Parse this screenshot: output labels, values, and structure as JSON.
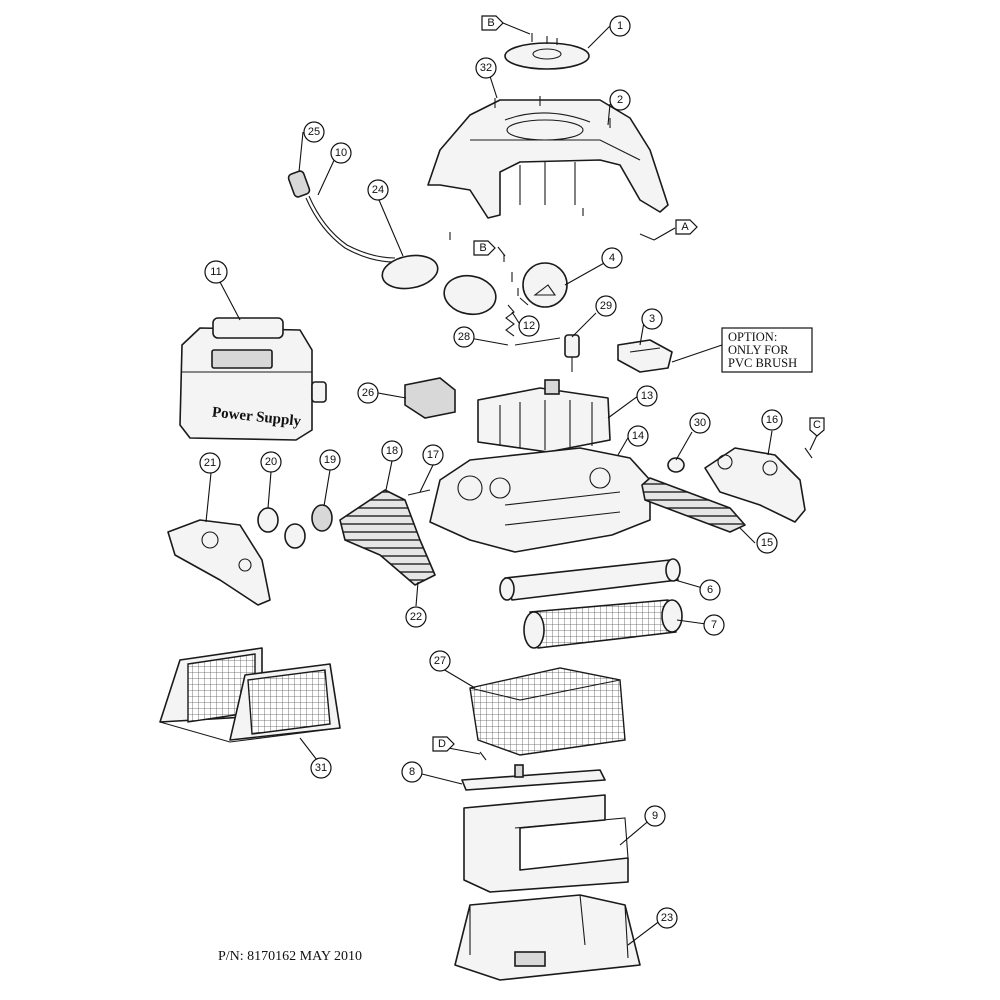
{
  "callouts": [
    {
      "id": "1",
      "label": "1"
    },
    {
      "id": "2",
      "label": "2"
    },
    {
      "id": "3",
      "label": "3"
    },
    {
      "id": "4",
      "label": "4"
    },
    {
      "id": "6",
      "label": "6"
    },
    {
      "id": "7",
      "label": "7"
    },
    {
      "id": "8",
      "label": "8"
    },
    {
      "id": "9",
      "label": "9"
    },
    {
      "id": "10",
      "label": "10"
    },
    {
      "id": "11",
      "label": "11"
    },
    {
      "id": "12",
      "label": "12"
    },
    {
      "id": "13",
      "label": "13"
    },
    {
      "id": "14",
      "label": "14"
    },
    {
      "id": "15",
      "label": "15"
    },
    {
      "id": "16",
      "label": "16"
    },
    {
      "id": "17",
      "label": "17"
    },
    {
      "id": "18",
      "label": "18"
    },
    {
      "id": "19",
      "label": "19"
    },
    {
      "id": "20",
      "label": "20"
    },
    {
      "id": "21",
      "label": "21"
    },
    {
      "id": "22",
      "label": "22"
    },
    {
      "id": "23",
      "label": "23"
    },
    {
      "id": "24",
      "label": "24"
    },
    {
      "id": "25",
      "label": "25"
    },
    {
      "id": "26",
      "label": "26"
    },
    {
      "id": "27",
      "label": "27"
    },
    {
      "id": "28",
      "label": "28"
    },
    {
      "id": "29",
      "label": "29"
    },
    {
      "id": "30",
      "label": "30"
    },
    {
      "id": "31",
      "label": "31"
    },
    {
      "id": "32",
      "label": "32"
    },
    {
      "id": "A",
      "label": "A"
    },
    {
      "id": "B1",
      "label": "B"
    },
    {
      "id": "B2",
      "label": "B"
    },
    {
      "id": "C",
      "label": "C"
    },
    {
      "id": "D",
      "label": "D"
    }
  ],
  "option_note": [
    "OPTION:",
    "ONLY FOR",
    "PVC BRUSH"
  ],
  "power_supply_label": "Power Supply",
  "footer": {
    "part_number": "P/N:  8170162 MAY 2010"
  }
}
